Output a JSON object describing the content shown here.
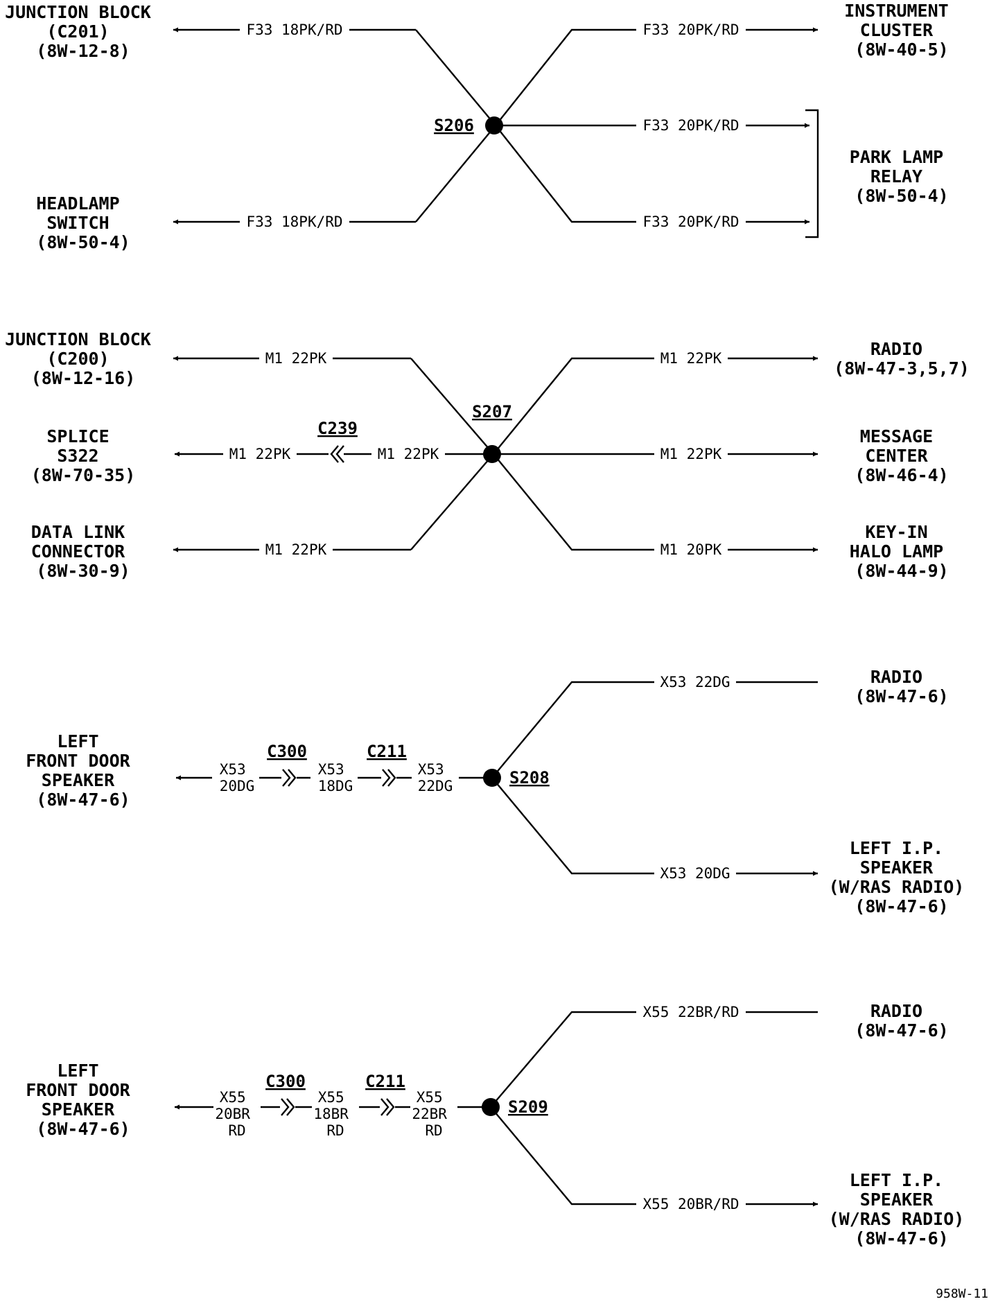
{
  "groups": [
    {
      "splice": "S206",
      "components": {
        "junction_block": [
          "JUNCTION BLOCK",
          "(C201)",
          "(8W-12-8)"
        ],
        "headlamp_switch": [
          "HEADLAMP",
          "SWITCH",
          "(8W-50-4)"
        ],
        "instrument_cluster": [
          "INSTRUMENT",
          "CLUSTER",
          "(8W-40-5)"
        ],
        "park_lamp_relay": [
          "PARK LAMP",
          "RELAY",
          "(8W-50-4)"
        ]
      },
      "wires": {
        "to_junction_block": "F33 18PK/RD",
        "to_headlamp_switch": "F33 18PK/RD",
        "to_instrument_cluster": "F33 20PK/RD",
        "to_park_lamp_relay_1": "F33 20PK/RD",
        "to_park_lamp_relay_2": "F33 20PK/RD"
      }
    },
    {
      "splice": "S207",
      "connector": "C239",
      "components": {
        "junction_block": [
          "JUNCTION BLOCK",
          "(C200)",
          "(8W-12-16)"
        ],
        "splice_s322": [
          "SPLICE",
          "S322",
          "(8W-70-35)"
        ],
        "data_link_connector": [
          "DATA LINK",
          "CONNECTOR",
          "(8W-30-9)"
        ],
        "radio": [
          "RADIO",
          "(8W-47-3,5,7)"
        ],
        "message_center": [
          "MESSAGE",
          "CENTER",
          "(8W-46-4)"
        ],
        "key_in_halo_lamp": [
          "KEY-IN",
          "HALO LAMP",
          "(8W-44-9)"
        ]
      },
      "wires": {
        "to_junction_block": "M1 22PK",
        "to_splice_s322_outer": "M1 22PK",
        "to_splice_s322_inner": "M1 22PK",
        "to_data_link_connector": "M1 22PK",
        "to_radio": "M1 22PK",
        "to_message_center": "M1 22PK",
        "to_key_in_halo_lamp": "M1 20PK"
      }
    },
    {
      "splice": "S208",
      "connector_a": "C300",
      "connector_b": "C211",
      "components": {
        "left_front_door_speaker": [
          "LEFT",
          "FRONT DOOR",
          "SPEAKER",
          "(8W-47-6)"
        ],
        "radio": [
          "RADIO",
          "(8W-47-6)"
        ],
        "left_ip_speaker": [
          "LEFT I.P.",
          "SPEAKER",
          "(W/RAS RADIO)",
          "(8W-47-6)"
        ]
      },
      "wires": {
        "seg1": [
          "X53",
          "20DG"
        ],
        "seg2": [
          "X53",
          "18DG"
        ],
        "seg3": [
          "X53",
          "22DG"
        ],
        "to_radio": "X53 22DG",
        "to_left_ip_speaker": "X53 20DG"
      }
    },
    {
      "splice": "S209",
      "connector_a": "C300",
      "connector_b": "C211",
      "components": {
        "left_front_door_speaker": [
          "LEFT",
          "FRONT DOOR",
          "SPEAKER",
          "(8W-47-6)"
        ],
        "radio": [
          "RADIO",
          "(8W-47-6)"
        ],
        "left_ip_speaker": [
          "LEFT I.P.",
          "SPEAKER",
          "(W/RAS RADIO)",
          "(8W-47-6)"
        ]
      },
      "wires": {
        "seg1": [
          "X55",
          "20BR",
          "RD"
        ],
        "seg2": [
          "X55",
          "18BR",
          "RD"
        ],
        "seg3": [
          "X55",
          "22BR",
          "RD"
        ],
        "to_radio": "X55 22BR/RD",
        "to_left_ip_speaker": "X55 20BR/RD"
      }
    }
  ],
  "figure_ref": "958W-11"
}
